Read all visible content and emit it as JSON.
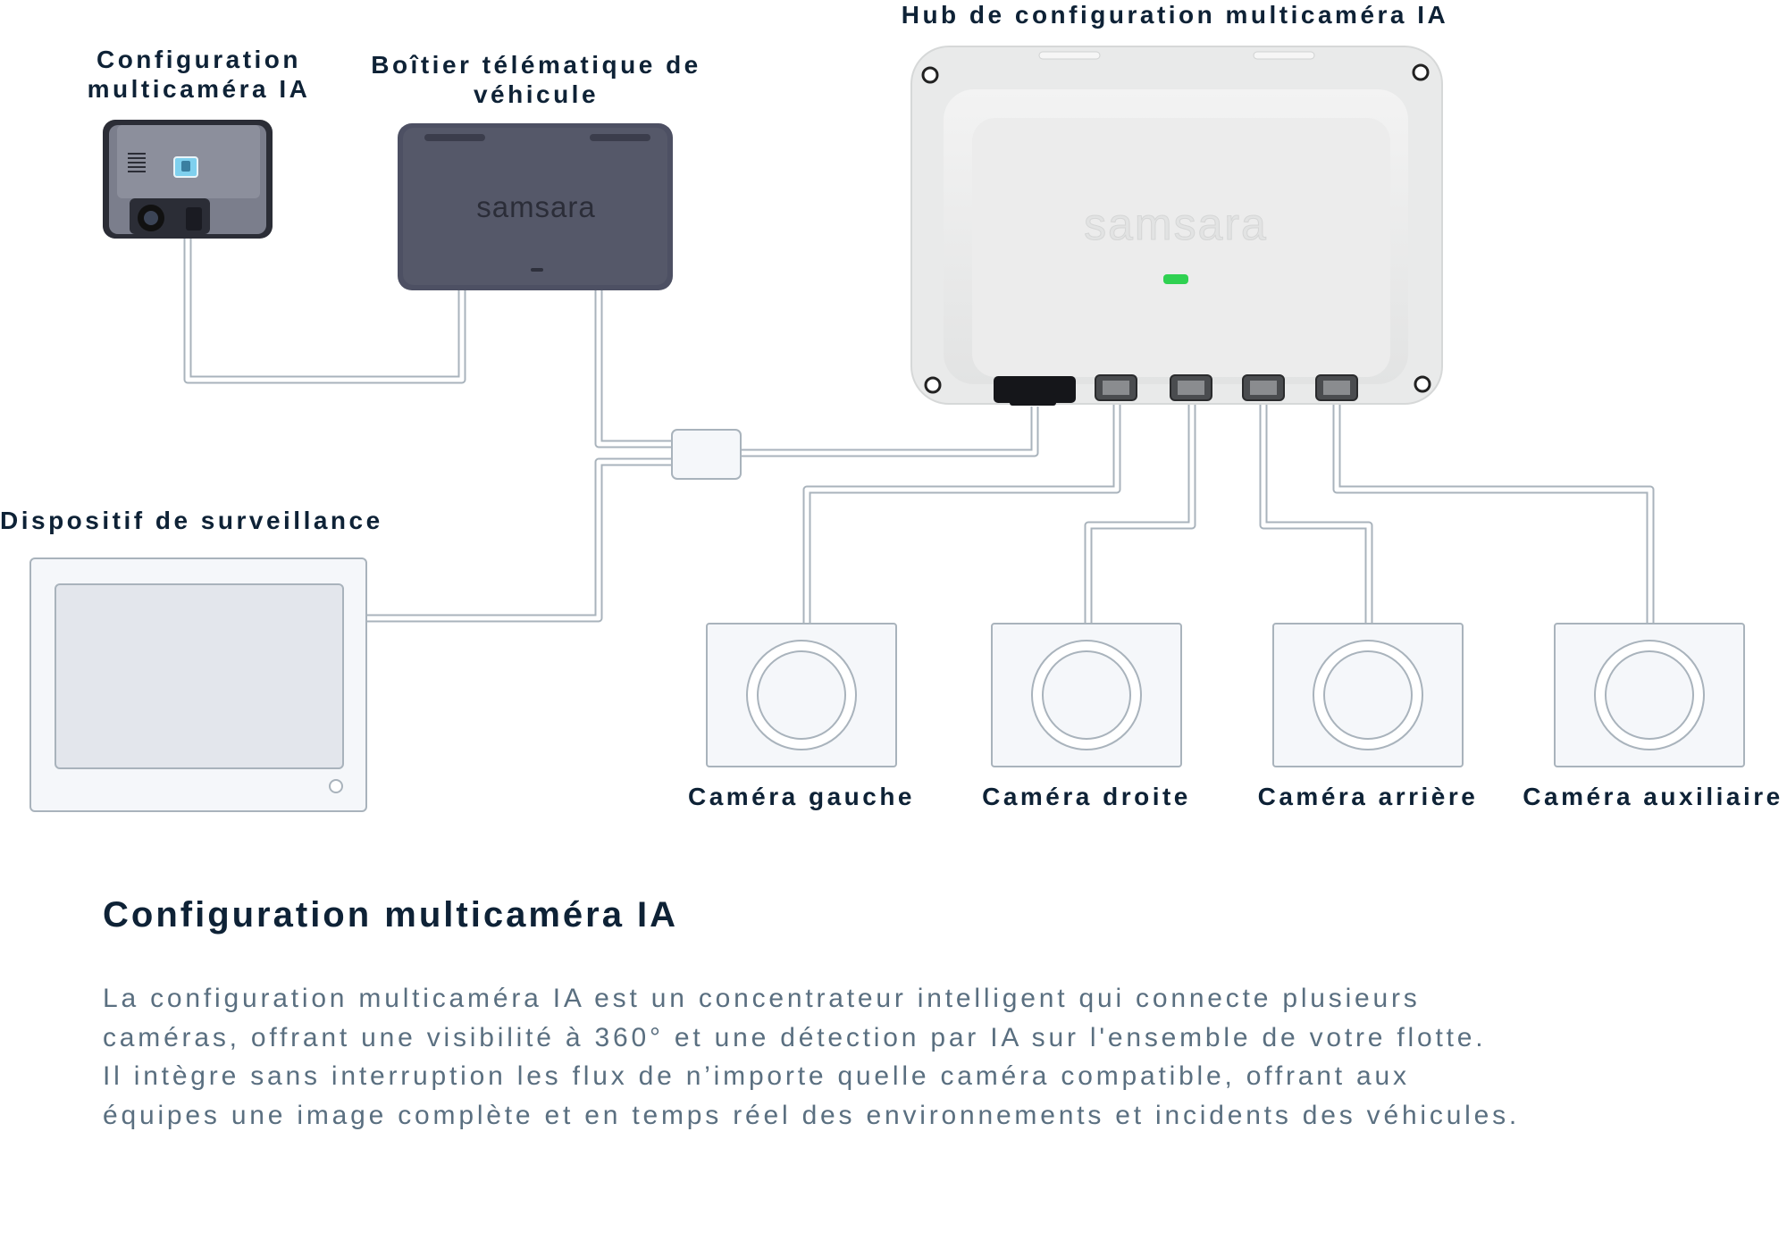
{
  "labels": {
    "camera_unit": "Configuration multicaméra IA",
    "telematics": "Boîtier télématique de véhicule",
    "hub": "Hub de configuration multicaméra IA",
    "monitor": "Dispositif de surveillance"
  },
  "brand": {
    "telematics_logo": "samsara",
    "hub_logo": "samsara"
  },
  "cameras": [
    {
      "label": "Caméra gauche"
    },
    {
      "label": "Caméra droite"
    },
    {
      "label": "Caméra arrière"
    },
    {
      "label": "Caméra auxiliaire"
    }
  ],
  "heading": "Configuration multicaméra IA",
  "description_lines": [
    "La configuration multicaméra IA est un concentrateur intelligent qui connecte plusieurs",
    "caméras, offrant une visibilité à 360° et une détection par IA sur l'ensemble de votre flotte.",
    "Il intègre sans interruption les flux de n’importe quelle caméra compatible, offrant aux",
    "équipes une image complète et en temps réel des environnements et incidents des véhicules."
  ],
  "colors": {
    "text_dark": "#0e2236",
    "text_body": "#5a6f80",
    "cable_outline": "#a9b3bc",
    "device_dark": "#4d5063",
    "hub_body": "#eceded",
    "status_led": "#2fd151"
  }
}
